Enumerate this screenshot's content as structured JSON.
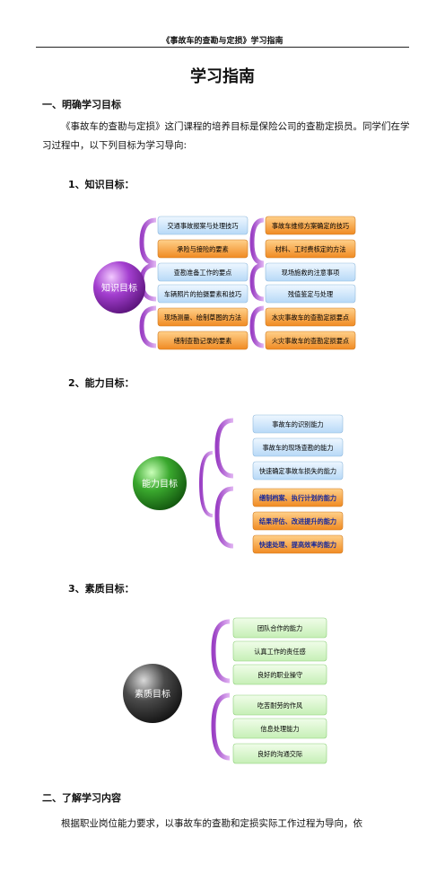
{
  "header": {
    "text": "《事故车的查勘与定损》学习指南"
  },
  "title": "学习指南",
  "section1": {
    "heading": "一、明确学习目标",
    "paragraph": "《事故车的查勘与定损》这门课程的培养目标是保险公司的查勘定损员。同学们在学习过程中，以下列目标为学习导向:"
  },
  "knowledge": {
    "heading": "1、知识目标：",
    "center": "知识目标",
    "left_items": [
      "交通事故报案与处理技巧",
      "承险与接险的要素",
      "查勘准备工作的要点",
      "车辆照片的拍摄要素和技巧",
      "现场测量、绘制草图的方法",
      "缮制查勘记录的要素"
    ],
    "right_items": [
      "事故车维修方案确定的技巧",
      "材料、工时费核定的方法",
      "现场施救的注意事项",
      "残值鉴定与处理",
      "水灾事故车的查勘定损要点",
      "火灾事故车的查勘定损要点"
    ]
  },
  "ability": {
    "heading": "2、能力目标：",
    "center": "能力目标",
    "items": [
      "事故车的识别能力",
      "事故车的现场查勘的能力",
      "快速确定事故车损失的能力",
      "缮制档案、执行计划的能力",
      "结果评估、改进提升的能力",
      "快速处理、提高效率的能力"
    ]
  },
  "quality": {
    "heading": "3、素质目标：",
    "center": "素质目标",
    "items": [
      "团队合作的能力",
      "认真工作的责任感",
      "良好的职业操守",
      "吃苦耐劳的作风",
      "信息处理能力",
      "良好的沟通交际"
    ]
  },
  "section2": {
    "heading": "二、了解学习内容",
    "paragraph": "根据职业岗位能力要求，以事故车的查勘和定损实际工作过程为导向，依"
  },
  "colors": {
    "purple": "#8e2fb0",
    "green": "#2f8f2a",
    "gray": "#3a3a3a",
    "blue_box": "#cfe6fb",
    "orange_box": "#f7a64a",
    "green_box": "#d8f5cf"
  }
}
